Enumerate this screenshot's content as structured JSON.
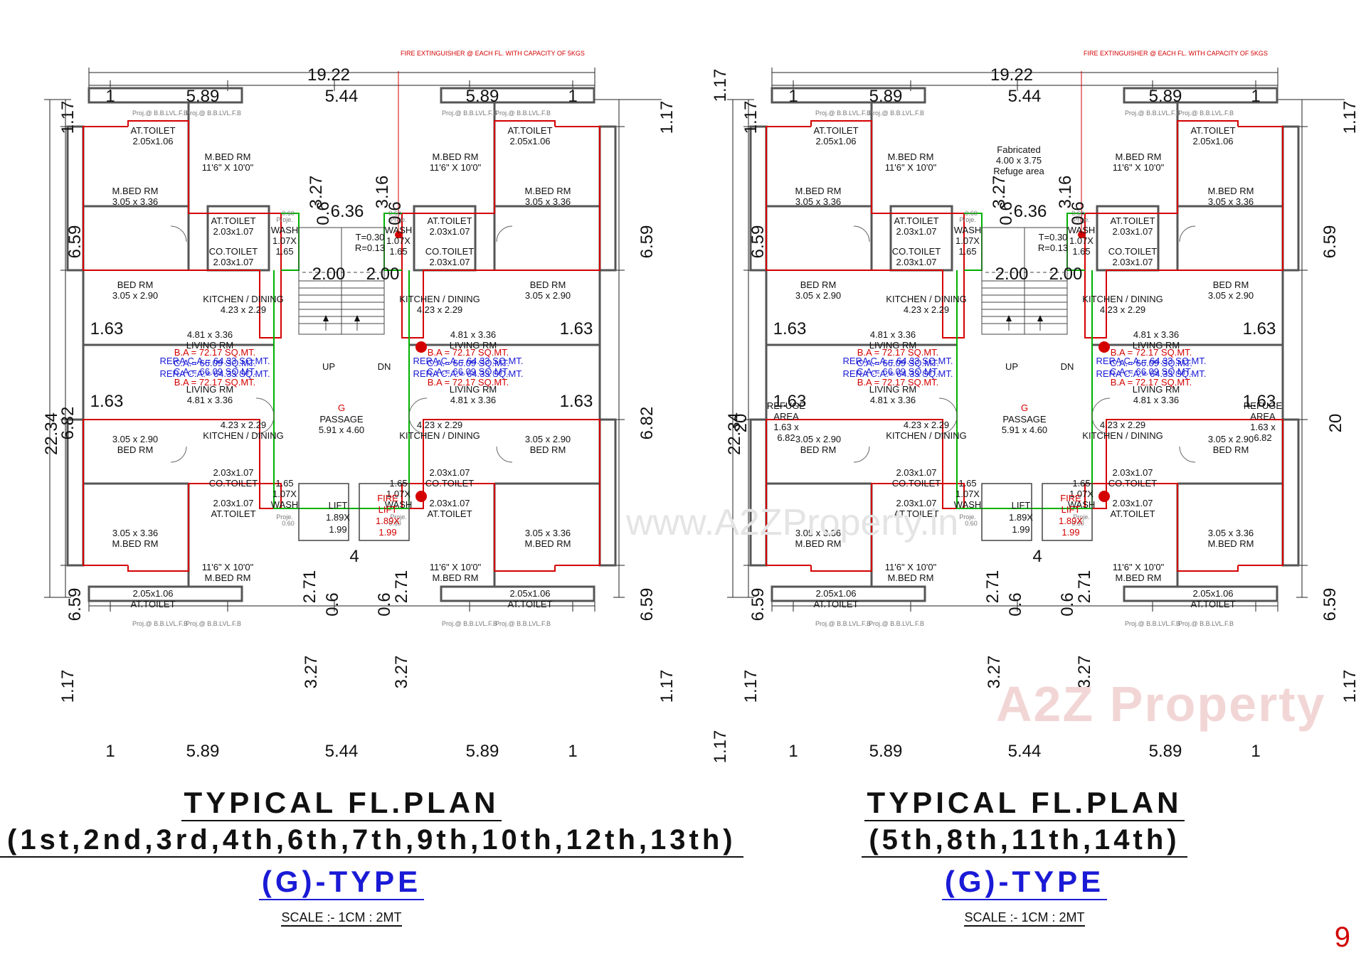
{
  "page_number": "9",
  "watermark": "www.A2ZProperty.in",
  "watermark_logo": "A2Z Property",
  "plans": [
    {
      "title": "TYPICAL FL.PLAN",
      "floors": "(1st,2nd,3rd,4th,6th,7th,9th,10th,12th,13th)",
      "type": "(G)-TYPE",
      "scale": "SCALE :- 1CM : 2MT",
      "variant": "typical"
    },
    {
      "title": "TYPICAL FL.PLAN",
      "floors": "(5th,8th,11th,14th)",
      "type": "(G)-TYPE",
      "scale": "SCALE :- 1CM : 2MT",
      "variant": "refuge"
    }
  ],
  "dims": {
    "overall_width": "19.22",
    "overall_height": "22.34",
    "seg_1": "1",
    "seg_589": "5.89",
    "seg_544": "5.44",
    "side_117": "1.17",
    "side_659": "6.59",
    "side_682": "6.82",
    "side_20": "20",
    "side_163": "1.63",
    "core_636": "6.36",
    "core_327": "3.27",
    "core_316": "3.16",
    "core_06": "0.6",
    "core_200": "2.00",
    "core_271": "2.71",
    "core_4": "4"
  },
  "fire_note": "FIRE EXTINGUISHER @ EACH FL. WITH CAPACITY OF 5KGS",
  "rooms": {
    "at_toilet": "AT.TOILET",
    "at_toilet_big_size": "2.05x1.06",
    "at_toilet_small_size": "2.03x1.07",
    "co_toilet": "CO.TOILET",
    "co_toilet_size": "2.03x1.07",
    "m_bed": "M.BED RM",
    "m_bed_top_size": "11'6\" X 10'0\"",
    "m_bed_side_size": "3.05 x 3.36",
    "bed": "BED RM",
    "bed_size": "3.05 x 2.90",
    "wash": "WASH",
    "wash_size_1": "1.07X",
    "wash_size_2": "1.65",
    "kitchen": "KITCHEN / DINING",
    "kitchen_size": "4.23 x 2.29",
    "living": "LIVING RM",
    "living_size": "4.81 x 3.36",
    "passage": "PASSAGE",
    "passage_size": "5.91 x 4.60",
    "core_letter": "G",
    "lift": "LIFT",
    "lift_size_1": "1.89X",
    "lift_size_2": "1.99",
    "fire_lift_1": "FIRE",
    "fire_lift_2": "LIFT",
    "up": "UP",
    "dn": "DN",
    "stair_t": "T=0.30",
    "stair_r": "R=0.13",
    "refuge": "REFUGE",
    "refuge_area": "AREA",
    "refuge_size_1": "1.63 x",
    "refuge_size_2": "6.82",
    "fabricated": "Fabricated",
    "fabricated_size": "4.00 x 3.75",
    "refuge_area_label": "Refuge area",
    "proj": "Proj.@ B.B.LVL.F.B",
    "projshort": "Proje.",
    "proj_size": "0.60"
  },
  "areas": {
    "ba": "B.A = 72.17 SQ.MT.",
    "ca": "C.A.= 66.09 SQ.MT.",
    "rera": "RERA C.A.= 64.33 SQ.MT."
  },
  "colors": {
    "wall": "#555555",
    "flat_outline": "#d40000",
    "core_outline": "#00b000",
    "dim_line": "#222222",
    "area_blue": "#1a1ad6",
    "area_red": "#d40000",
    "title_blue": "#1a1ad6"
  }
}
